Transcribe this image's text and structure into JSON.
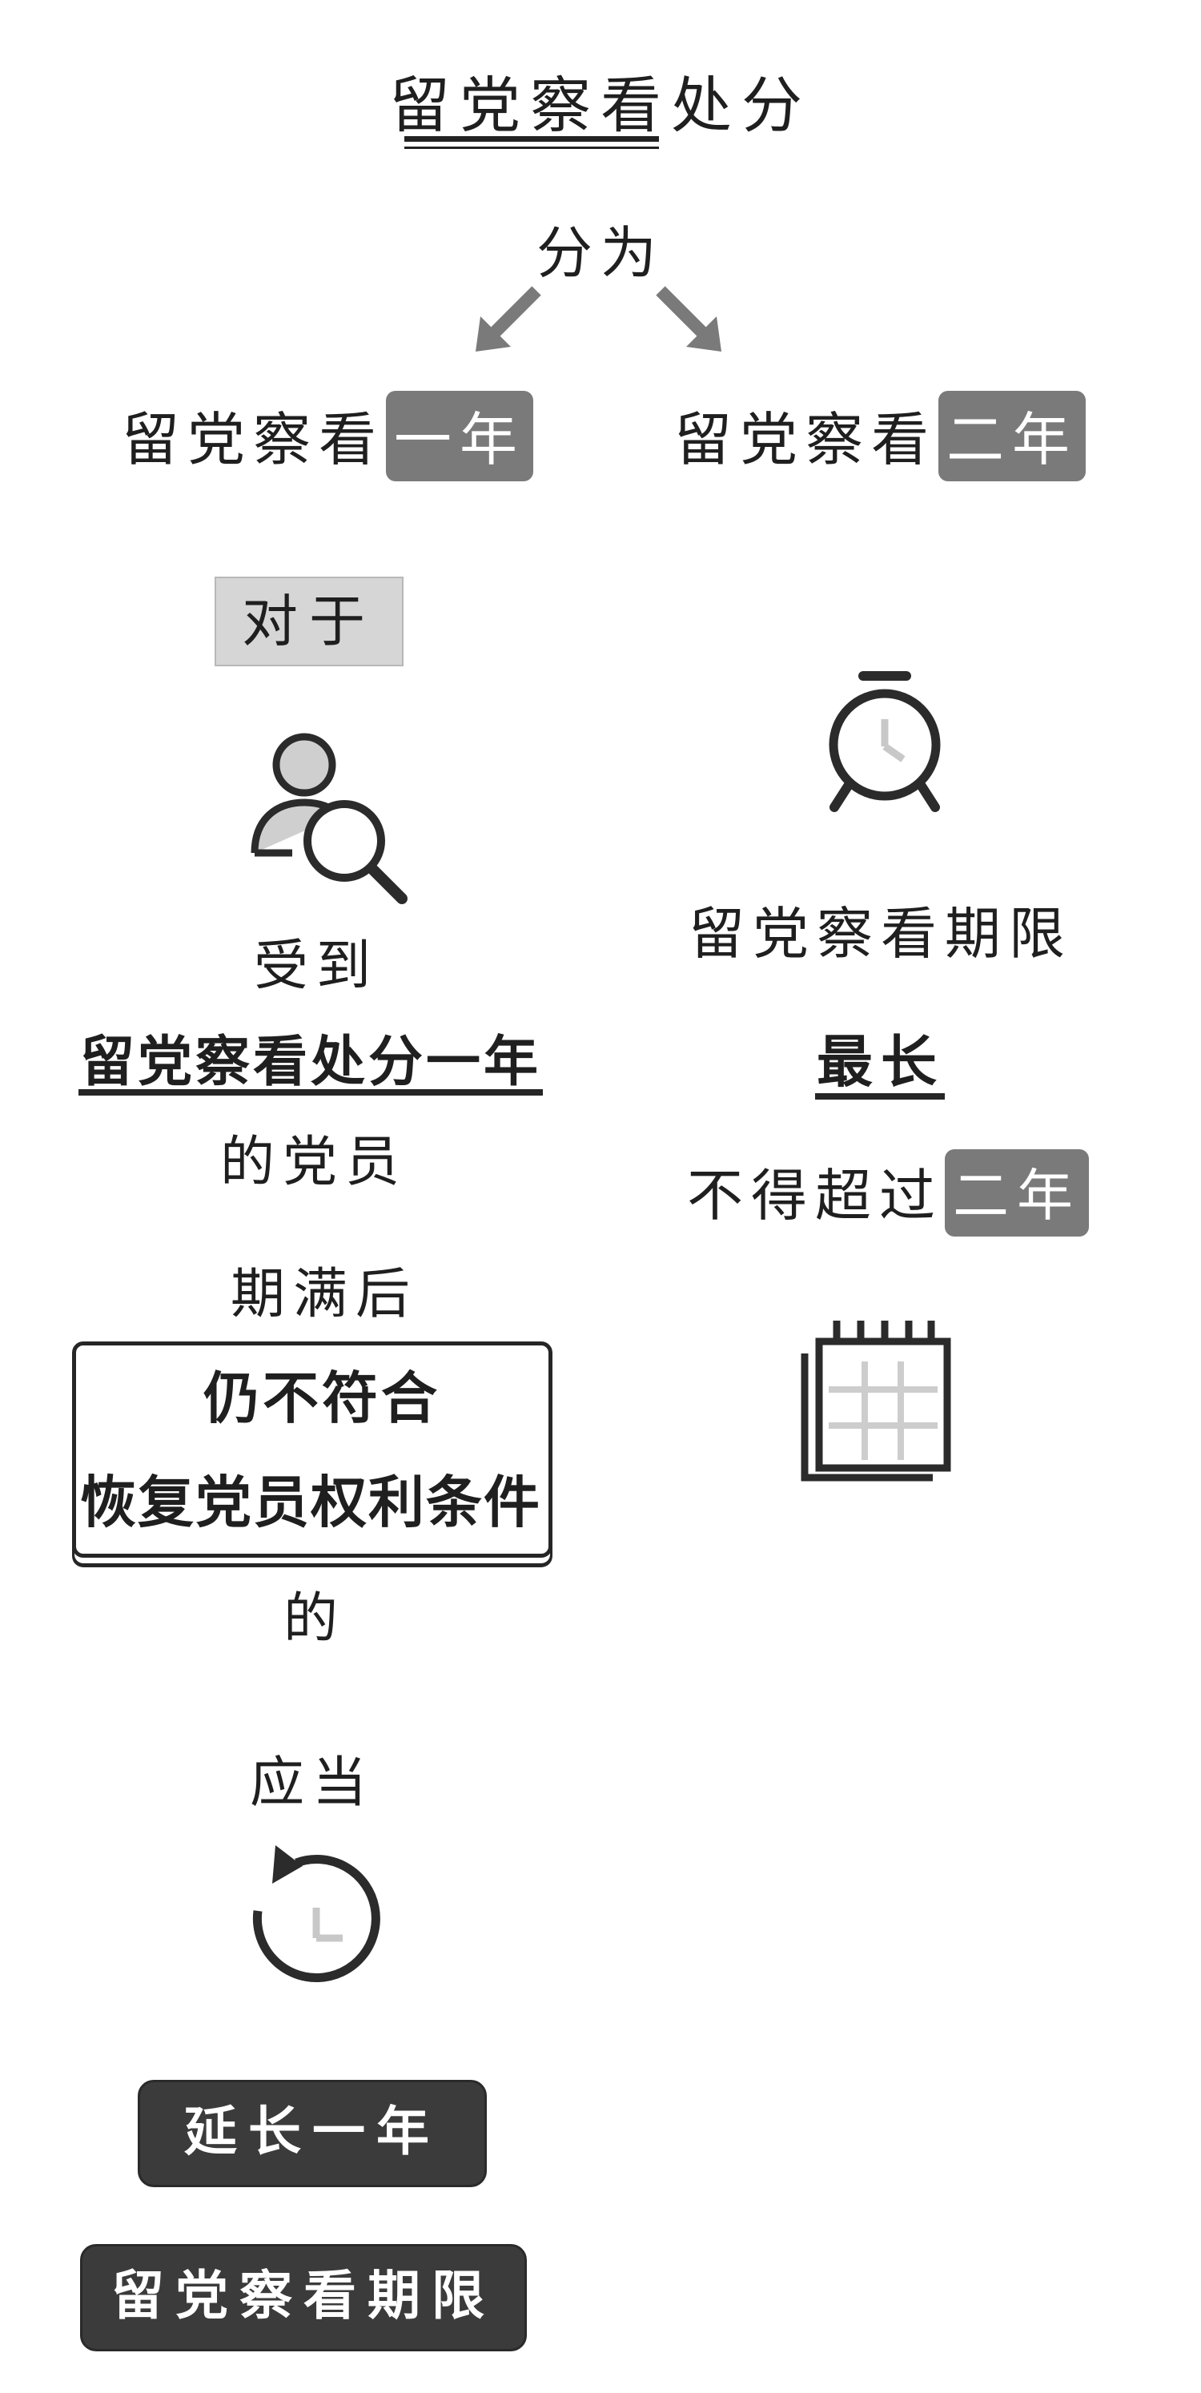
{
  "title": "留党察看处分",
  "divide_label": "分为",
  "left_option": {
    "prefix": "留党察看",
    "highlight": "一年"
  },
  "right_option": {
    "prefix": "留党察看",
    "highlight": "二年"
  },
  "left_col": {
    "for_label": "对于",
    "received": "受到",
    "penalty": "留党察看处分一年",
    "member": "的党员",
    "expiry": "期满后",
    "condition_line1": "仍不符合",
    "condition_line2": "恢复党员权利条件",
    "of": "的",
    "should": "应当",
    "extend_button": "延长一年",
    "period_button": "留党察看期限"
  },
  "right_col": {
    "period": "留党察看期限",
    "longest": "最长",
    "not_exceed": "不得超过",
    "highlight": "二年"
  },
  "icons": [
    "person-search-icon",
    "alarm-clock-icon",
    "calendar-icon",
    "restart-clock-icon",
    "arrow-down-left-icon",
    "arrow-down-right-icon"
  ],
  "colors": {
    "pill": "#7a7a7a",
    "dark_button": "#3b3b3b",
    "gray_box": "#d6d6d6"
  }
}
